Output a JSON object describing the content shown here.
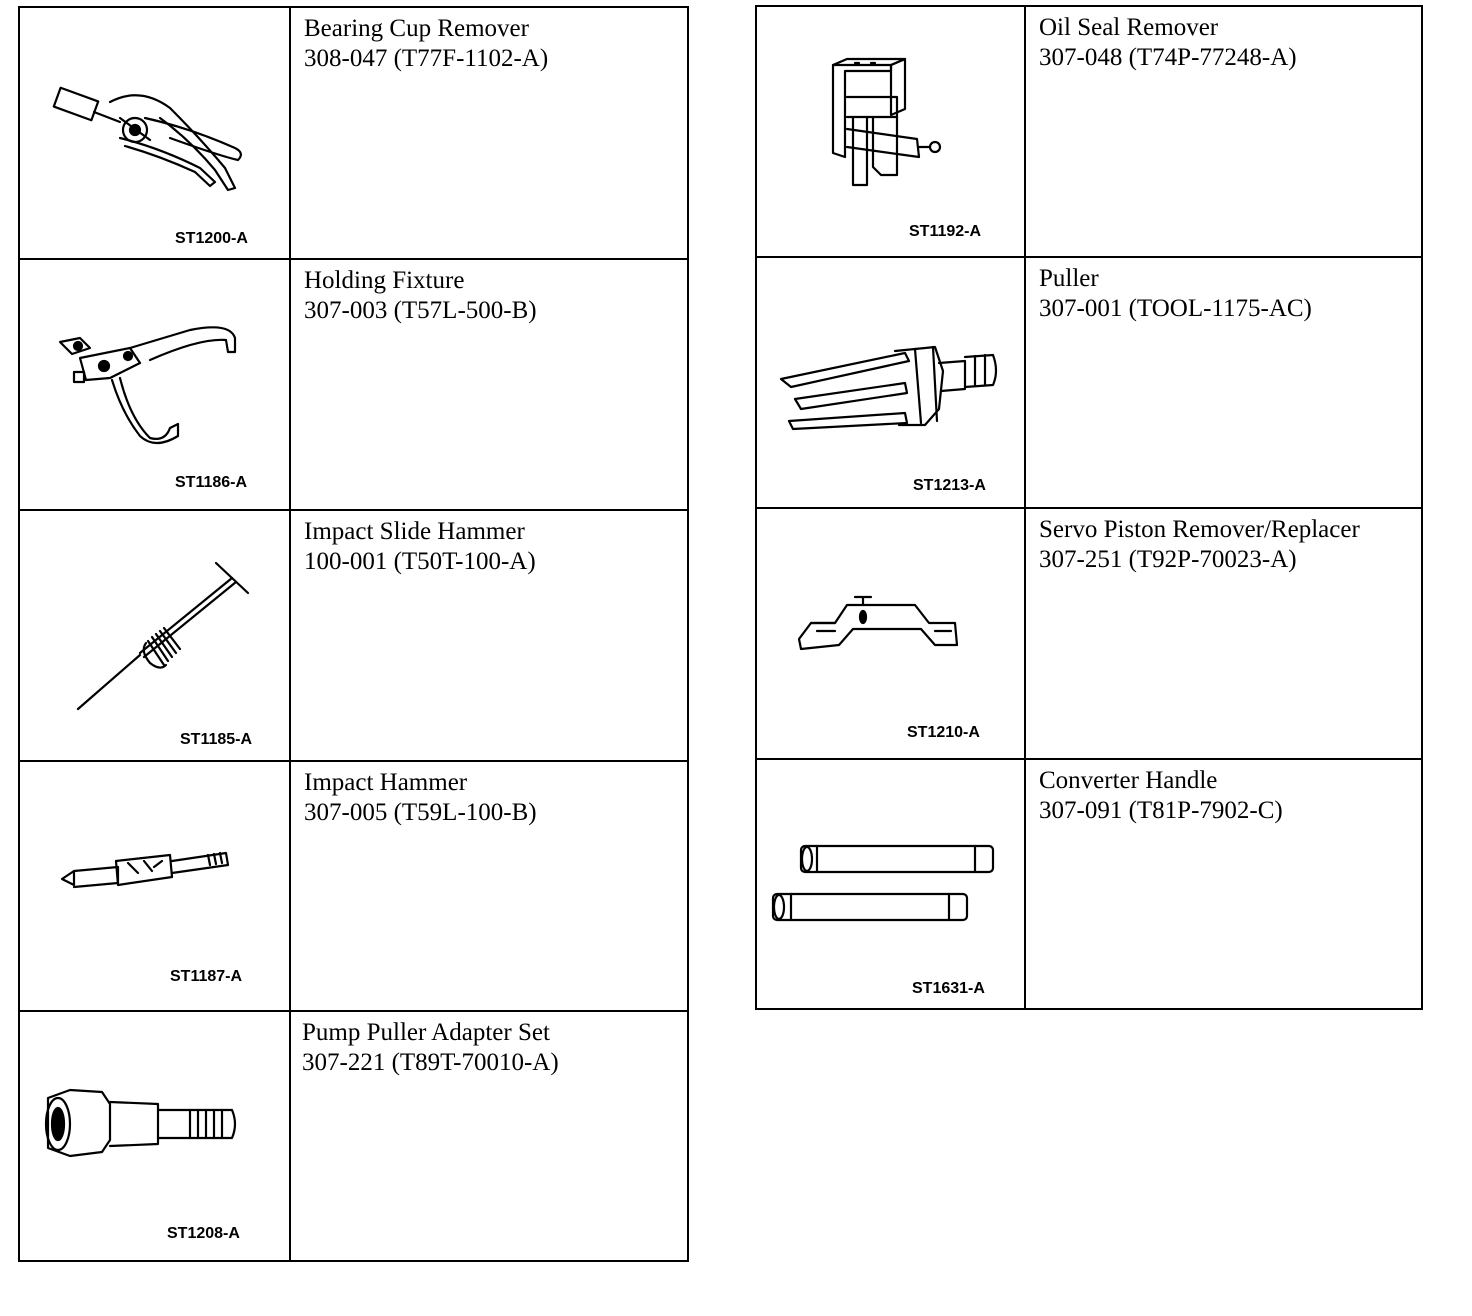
{
  "left_column": [
    {
      "name": "Bearing Cup Remover",
      "number": "308-047 (T77F-1102-A)",
      "image_code": "ST1200-A",
      "icon": "bearing-cup-remover-icon"
    },
    {
      "name": "Holding Fixture",
      "number": "307-003 (T57L-500-B)",
      "image_code": "ST1186-A",
      "icon": "holding-fixture-icon"
    },
    {
      "name": "Impact Slide Hammer",
      "number": "100-001 (T50T-100-A)",
      "image_code": "ST1185-A",
      "icon": "impact-slide-hammer-icon"
    },
    {
      "name": "Impact Hammer",
      "number": "307-005 (T59L-100-B)",
      "image_code": "ST1187-A",
      "icon": "impact-hammer-icon"
    },
    {
      "name": "Pump Puller Adapter Set",
      "number": "307-221 (T89T-70010-A)",
      "image_code": "ST1208-A",
      "icon": "pump-puller-adapter-icon"
    }
  ],
  "right_column": [
    {
      "name": "Oil Seal Remover",
      "number": "307-048 (T74P-77248-A)",
      "image_code": "ST1192-A",
      "icon": "oil-seal-remover-icon"
    },
    {
      "name": "Puller",
      "number": "307-001 (TOOL-1175-AC)",
      "image_code": "ST1213-A",
      "icon": "puller-icon"
    },
    {
      "name": "Servo Piston Remover/Replacer",
      "number": "307-251 (T92P-70023-A)",
      "image_code": "ST1210-A",
      "icon": "servo-piston-tool-icon"
    },
    {
      "name": "Converter Handle",
      "number": "307-091 (T81P-7902-C)",
      "image_code": "ST1631-A",
      "icon": "converter-handle-icon"
    }
  ]
}
